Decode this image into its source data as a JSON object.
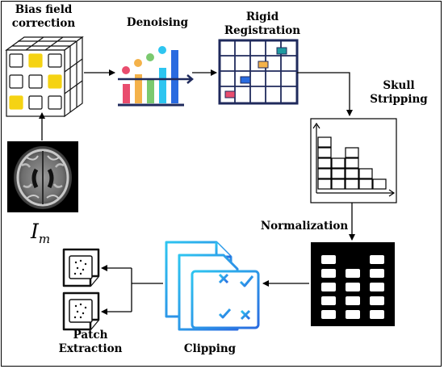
{
  "steps": {
    "bias_field": "Bias field correction",
    "bias_field_line1": "Bias field",
    "bias_field_line2": "correction",
    "denoising": "Denoising",
    "rigid_line1": "Rigid",
    "rigid_line2": "Registration",
    "skull_line1": "Skull",
    "skull_line2": "Stripping",
    "normalization": "Normalization",
    "clipping": "Clipping",
    "patch_line1": "Patch",
    "patch_line2": "Extraction"
  },
  "input_label": {
    "base": "I",
    "sub": "m"
  },
  "colors": {
    "yellow": "#F5D313",
    "navy": "#1F2A5C",
    "teal": "#1E9AA0",
    "orange": "#F4B24A",
    "pink": "#E94D6E",
    "cyan": "#2EC5F0",
    "blue": "#2A6BE0"
  }
}
